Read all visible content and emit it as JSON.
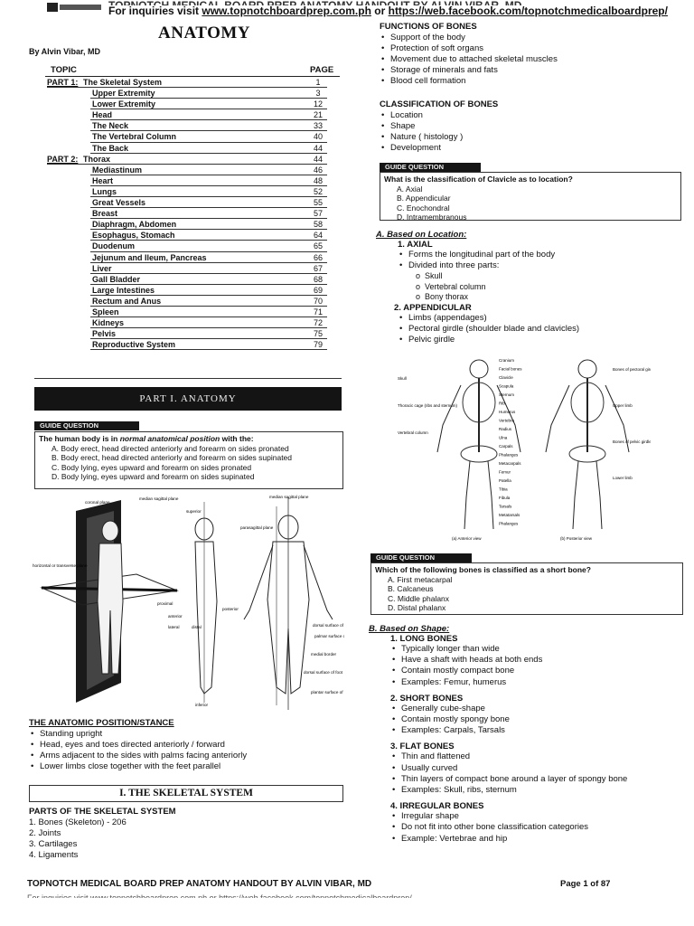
{
  "header": {
    "line1": "TOPNOTCH MEDICAL BOARD PREP ANATOMY HANDOUT BY ALVIN VIBAR, MD",
    "line2_prefix": "For inquiries visit",
    "link1": "www.topnotchboardprep.com.ph",
    "or": "or",
    "link2": "https://web.facebook.com/topnotchmedicalboardprep/"
  },
  "title": "ANATOMY",
  "author": "By Alvin Vibar, MD",
  "toc": {
    "col_topic": "TOPIC",
    "col_page": "PAGE",
    "rows": [
      {
        "part": "PART 1:",
        "label": "The Skeletal System",
        "page": "1"
      },
      {
        "part": "",
        "label": "Upper Extremity",
        "page": "3"
      },
      {
        "part": "",
        "label": "Lower Extremity",
        "page": "12"
      },
      {
        "part": "",
        "label": "Head",
        "page": "21"
      },
      {
        "part": "",
        "label": "The Neck",
        "page": "33"
      },
      {
        "part": "",
        "label": "The Vertebral Column",
        "page": "40"
      },
      {
        "part": "",
        "label": "The Back",
        "page": "44"
      },
      {
        "part": "PART 2:",
        "label": "Thorax",
        "page": "44"
      },
      {
        "part": "",
        "label": "Mediastinum",
        "page": "46"
      },
      {
        "part": "",
        "label": "Heart",
        "page": "48"
      },
      {
        "part": "",
        "label": "Lungs",
        "page": "52"
      },
      {
        "part": "",
        "label": "Great Vessels",
        "page": "55"
      },
      {
        "part": "",
        "label": "Breast",
        "page": "57"
      },
      {
        "part": "",
        "label": "Diaphragm, Abdomen",
        "page": "58"
      },
      {
        "part": "",
        "label": "Esophagus, Stomach",
        "page": "64"
      },
      {
        "part": "",
        "label": "Duodenum",
        "page": "65"
      },
      {
        "part": "",
        "label": "Jejunum and Ileum, Pancreas",
        "page": "66"
      },
      {
        "part": "",
        "label": "Liver",
        "page": "67"
      },
      {
        "part": "",
        "label": "Gall Bladder",
        "page": "68"
      },
      {
        "part": "",
        "label": "Large Intestines",
        "page": "69"
      },
      {
        "part": "",
        "label": "Rectum and Anus",
        "page": "70"
      },
      {
        "part": "",
        "label": "Spleen",
        "page": "71"
      },
      {
        "part": "",
        "label": "Kidneys",
        "page": "72"
      },
      {
        "part": "",
        "label": "Pelvis",
        "page": "75"
      },
      {
        "part": "",
        "label": "Reproductive System",
        "page": "79"
      }
    ]
  },
  "part_banner": "PART I. ANATOMY",
  "guide_label": "GUIDE QUESTION",
  "q1": {
    "question_pre": "The human body is in ",
    "question_em": "normal anatomical position",
    "question_post": " with the:",
    "options": [
      "A. Body erect, head directed anteriorly and forearm on sides pronated",
      "B. Body erect, head directed anteriorly and forearm on sides supinated",
      "C. Body lying, eyes upward and forearm on sides pronated",
      "D. Body lying, eyes upward and forearm on sides supinated"
    ]
  },
  "planes_figure": {
    "labels": [
      "coronal plane",
      "median sagittal plane",
      "horizontal or transverse plane",
      "superior",
      "median sagittal plane",
      "parasagittal plane",
      "proximal",
      "anterior",
      "posterior",
      "lateral",
      "distal",
      "medial border",
      "dorsal surface of hand",
      "palmar surface of hand",
      "dorsal surface of foot",
      "plantar surface of foot",
      "inferior"
    ]
  },
  "anatomic_position": {
    "heading": "THE ANATOMIC POSITION/STANCE",
    "items": [
      "Standing upright",
      "Head, eyes and toes directed anteriorly / forward",
      "Arms adjacent to the sides with palms facing anteriorly",
      "Lower limbs close together with the feet parallel"
    ]
  },
  "skeletal_heading": "I. THE SKELETAL SYSTEM",
  "parts": {
    "heading": "PARTS OF THE SKELETAL SYSTEM",
    "items": [
      "1. Bones (Skeleton) - 206",
      "2. Joints",
      "3. Cartilages",
      "4. Ligaments"
    ]
  },
  "functions": {
    "heading": "FUNCTIONS OF BONES",
    "items": [
      "Support of the body",
      "Protection of soft organs",
      "Movement due to attached skeletal muscles",
      "Storage of minerals and fats",
      "Blood cell formation"
    ]
  },
  "classification": {
    "heading": "CLASSIFICATION OF BONES",
    "items": [
      "Location",
      "Shape",
      "Nature ( histology )",
      "Development"
    ]
  },
  "q2": {
    "question": "What is the classification of Clavicle as to location?",
    "options": [
      "A. Axial",
      "B. Appendicular",
      "C. Enochondral",
      "D. Intramembranous"
    ]
  },
  "location": {
    "heading": "A. Based on Location:",
    "axial": "1. AXIAL",
    "axial_items": [
      "Forms the longitudinal part of the body",
      "Divided into three parts:"
    ],
    "axial_sub": [
      "Skull",
      "Vertebral column",
      "Bony thorax"
    ],
    "appendicular": "2. APPENDICULAR",
    "appendicular_items": [
      "Limbs (appendages)",
      "Pectoral girdle (shoulder blade and clavicles)",
      "Pelvic girdle"
    ]
  },
  "skeleton_figure": {
    "labels": [
      "Cranium",
      "Facial bones",
      "Clavicle",
      "Scapula",
      "Sternum",
      "Rib",
      "Humerus",
      "Vertebra",
      "Radius",
      "Ulna",
      "Carpals",
      "Phalanges",
      "Metacarpals",
      "Femur",
      "Patella",
      "Tibia",
      "Fibula",
      "Tarsals",
      "Metatarsals",
      "Phalanges",
      "Bones of pectoral girdle",
      "Upper limb",
      "Bones of pelvic girdle",
      "Lower limb",
      "Skull",
      "Thoracic cage (ribs and sternum)",
      "Vertebral column",
      "(a) Anterior view",
      "(b) Posterior view"
    ]
  },
  "q3": {
    "question": "Which of the following bones is classified as a short bone?",
    "options": [
      "A. First metacarpal",
      "B. Calcaneus",
      "C. Middle phalanx",
      "D. Distal phalanx"
    ]
  },
  "shape": {
    "heading": "B. Based on Shape:",
    "groups": [
      {
        "title": "1. LONG BONES",
        "items": [
          "Typically longer than wide",
          "Have a shaft with heads at both ends",
          "Contain mostly compact bone",
          "Examples: Femur, humerus"
        ]
      },
      {
        "title": "2. SHORT BONES",
        "items": [
          "Generally cube-shape",
          "Contain mostly spongy bone",
          "Examples: Carpals, Tarsals"
        ]
      },
      {
        "title": "3. FLAT BONES",
        "items": [
          "Thin and flattened",
          "Usually curved",
          "Thin layers of compact bone around a layer of spongy bone",
          "Examples: Skull, ribs, sternum"
        ]
      },
      {
        "title": "4. IRREGULAR BONES",
        "items": [
          "Irregular shape",
          "Do not fit into other bone classification categories",
          "Example: Vertebrae and hip"
        ]
      }
    ]
  },
  "footer": {
    "text": "TOPNOTCH MEDICAL BOARD PREP ANATOMY HANDOUT BY ALVIN VIBAR, MD",
    "page": "Page 1 of 87",
    "line2": "For inquiries visit www.topnotchboardprep.com.ph or https://web.facebook.com/topnotchmedicalboardprep/"
  }
}
